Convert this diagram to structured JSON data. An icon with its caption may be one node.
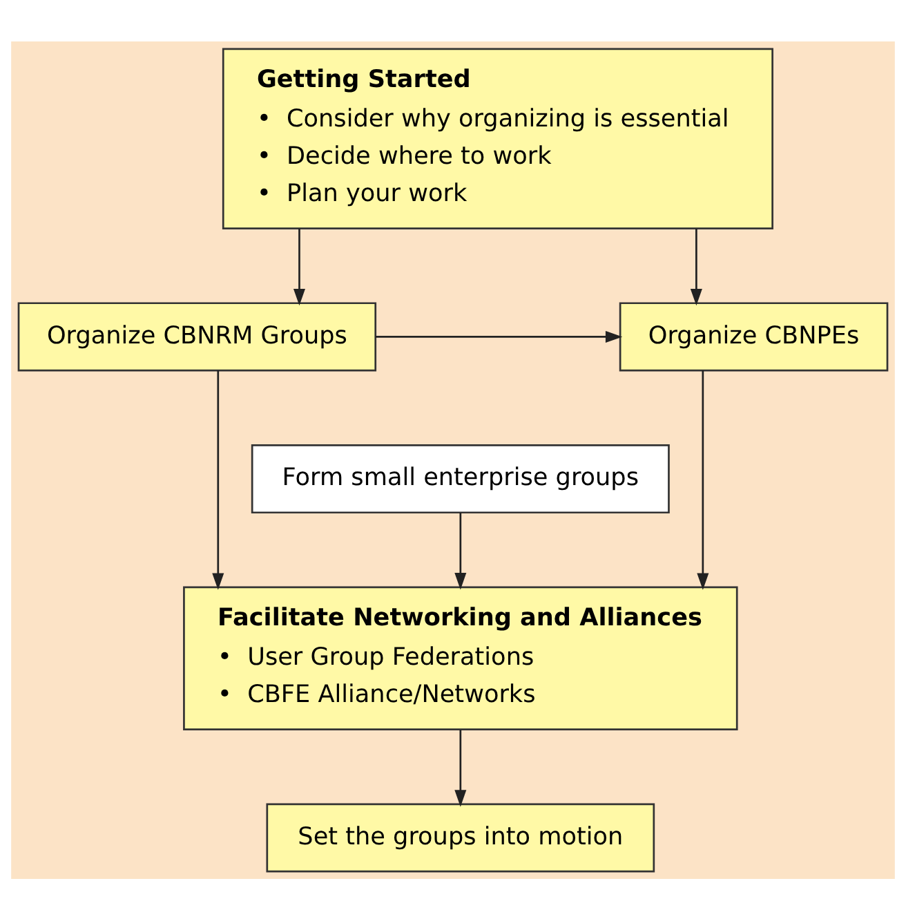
{
  "diagram": {
    "nodes": [
      {
        "text": [
          "Getting Started",
          "•  Consider why organizing is essential",
          "•  Decide where to work",
          "•  Plan your work"
        ]
      },
      {
        "text": [
          "Organize CBNRM Groups"
        ]
      },
      {
        "text": [
          "Organize CBNPEs"
        ]
      },
      {
        "text": [
          "Form small enterprise groups"
        ]
      },
      {
        "text": [
          "Facilitate Networking and Alliances",
          "•  User Group Federations",
          "•  CBFE Alliance/Networks"
        ]
      },
      {
        "text": [
          "Set the groups into motion"
        ]
      }
    ],
    "edges": [
      {
        "from": 0,
        "to": 1,
        "arrow": "to"
      },
      {
        "from": 0,
        "to": 2,
        "arrow": "to"
      },
      {
        "from": 1,
        "to": 2,
        "arrow": "to"
      },
      {
        "from": 1,
        "to": 4,
        "arrow": "to"
      },
      {
        "from": 3,
        "to": 4,
        "arrow": "to"
      },
      {
        "from": 2,
        "to": 4,
        "arrow": "to"
      },
      {
        "from": 4,
        "to": 5,
        "arrow": "to"
      }
    ]
  }
}
